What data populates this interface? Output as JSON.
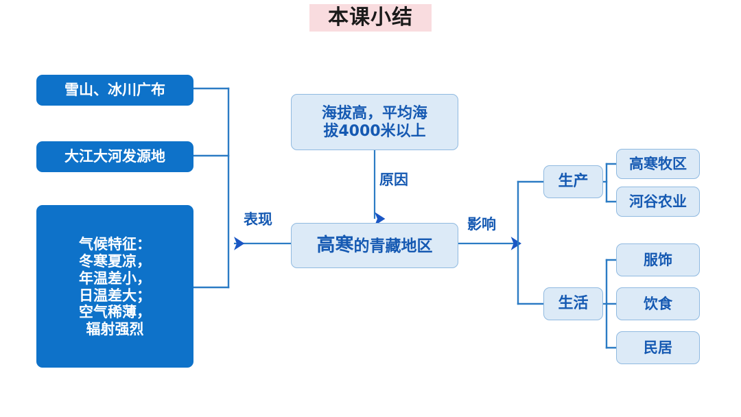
{
  "title": {
    "text": "本课小结"
  },
  "colors": {
    "title_background": "#F9DCDF",
    "title_text": "#1A1A1A",
    "solid_box_fill": "#0E72C9",
    "solid_box_text": "#FFFFFF",
    "light_box_fill": "#DCEAF7",
    "light_box_border": "#8FB9E0",
    "light_box_text": "#1559B2",
    "connector": "#2B7BC4",
    "page_background": "#FFFFFF"
  },
  "left_column": {
    "boxes": [
      {
        "id": "snow",
        "text": "雪山、冰川广布",
        "style": "solid"
      },
      {
        "id": "river",
        "text": "大江大河发源地",
        "style": "solid"
      },
      {
        "id": "climate",
        "style": "solid",
        "lines": [
          "气候特征：",
          "冬寒夏凉，",
          "年温差小，",
          "日温差大；",
          "空气稀薄，",
          "辐射强烈"
        ]
      }
    ]
  },
  "center_column": {
    "altitude": {
      "lines": [
        "海拔高，平均海",
        "拔4000米以上"
      ]
    },
    "core": {
      "emphasis": "高寒",
      "rest": "的青藏地区"
    }
  },
  "edge_labels": {
    "cause": "原因",
    "manifestation": "表现",
    "influence": "影响"
  },
  "right_column": {
    "branches": [
      {
        "id": "production",
        "label": "生产",
        "children": [
          {
            "id": "pasture",
            "label": "高寒牧区"
          },
          {
            "id": "valley",
            "label": "河谷农业"
          }
        ]
      },
      {
        "id": "life",
        "label": "生活",
        "children": [
          {
            "id": "clothing",
            "label": "服饰"
          },
          {
            "id": "food",
            "label": "饮食"
          },
          {
            "id": "housing",
            "label": "民居"
          }
        ]
      }
    ]
  }
}
